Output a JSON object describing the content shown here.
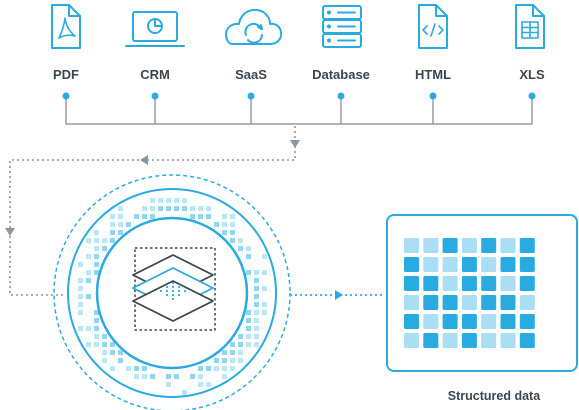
{
  "sources": [
    {
      "label": "PDF",
      "icon": "pdf-file-icon"
    },
    {
      "label": "CRM",
      "icon": "laptop-chart-icon"
    },
    {
      "label": "SaaS",
      "icon": "cloud-sync-icon"
    },
    {
      "label": "Database",
      "icon": "database-server-icon"
    },
    {
      "label": "HTML",
      "icon": "html-file-icon"
    },
    {
      "label": "XLS",
      "icon": "spreadsheet-file-icon"
    }
  ],
  "processor": {
    "icon": "layered-stack-icon"
  },
  "output": {
    "label": "Structured data",
    "icon": "data-grid-icon"
  },
  "colors": {
    "accent": "#29abe2",
    "accent_light": "#a9def5",
    "dot": "#8fd6f3",
    "line": "#7b8791",
    "text": "#3a4650"
  }
}
